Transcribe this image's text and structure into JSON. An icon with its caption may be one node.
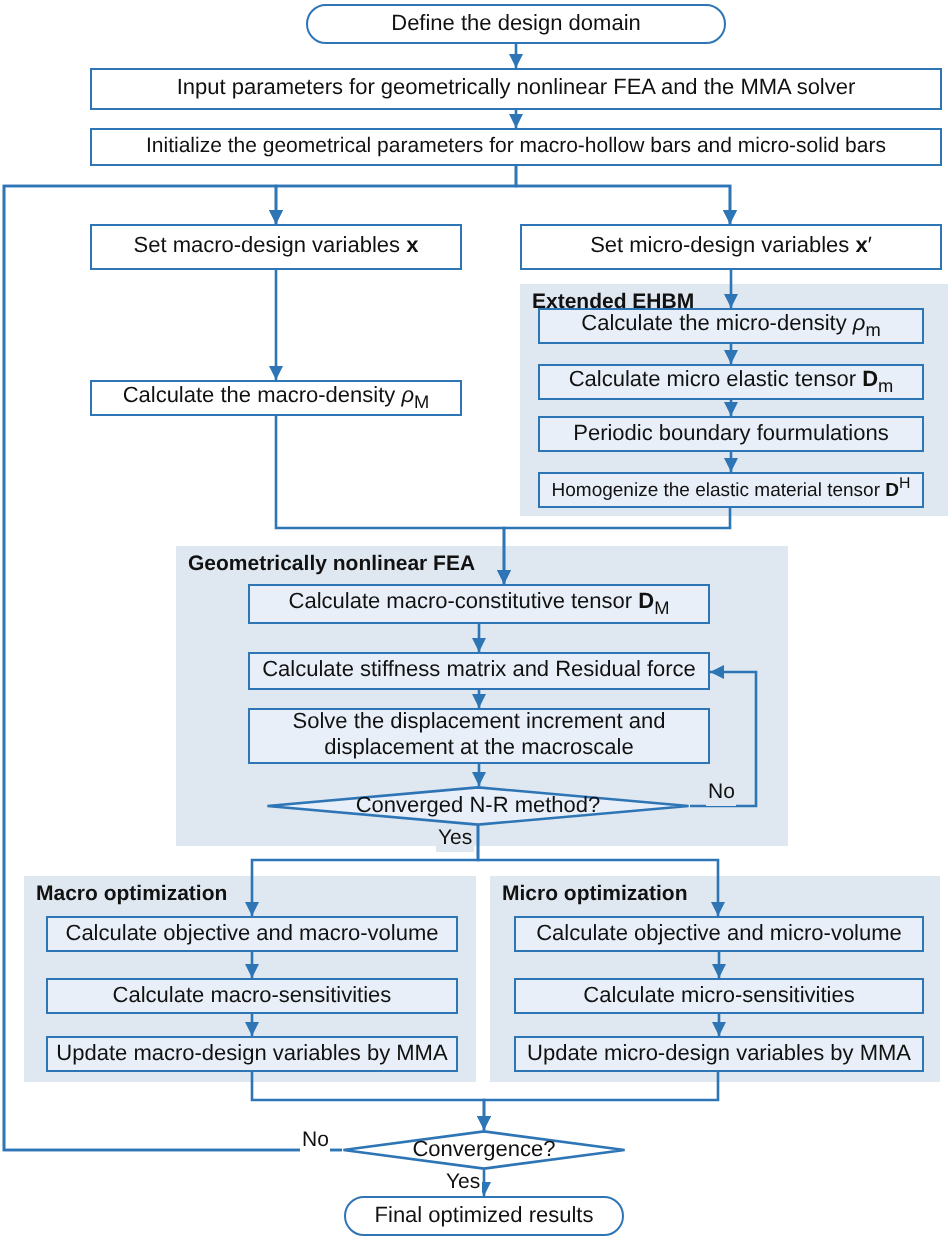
{
  "diagram": {
    "nodes": [
      {
        "text": [
          "Define the design domain"
        ]
      },
      {
        "text": [
          "Input parameters for geometrically nonlinear FEA and the MMA solver"
        ]
      },
      {
        "text": [
          "Initialize the geometrical parameters for macro-hollow bars and micro-solid bars"
        ]
      },
      {
        "text": [
          "Set macro-design variables **x**"
        ]
      },
      {
        "text": [
          "Set micro-design variables **x**′"
        ]
      },
      {
        "text": [
          "Extended EHBM"
        ]
      },
      {
        "text": [
          "Calculate the micro-density *ρ*$_{m}$"
        ],
        "in": 5
      },
      {
        "text": [
          "Calculate micro elastic tensor **D**$_{m}$"
        ],
        "in": 5
      },
      {
        "text": [
          "Periodic boundary fourmulations"
        ],
        "in": 5
      },
      {
        "text": [
          "Homogenize the elastic material tensor **D**$^{H}$"
        ],
        "in": 5
      },
      {
        "text": [
          "Calculate the macro-density *ρ*$_{M}$"
        ]
      },
      {
        "text": [
          "Geometrically nonlinear FEA"
        ]
      },
      {
        "text": [
          "Calculate macro-constitutive tensor **D**$_{M}$"
        ],
        "in": 11
      },
      {
        "text": [
          "Calculate stiffness matrix and Residual force"
        ],
        "in": 11
      },
      {
        "text": [
          "Solve the displacement increment and displacement at the macroscale"
        ],
        "in": 11
      },
      {
        "text": [
          "Converged N-R method?"
        ],
        "in": 11
      },
      {
        "text": [
          "Macro optimization"
        ]
      },
      {
        "text": [
          "Calculate objective and macro-volume"
        ],
        "in": 16
      },
      {
        "text": [
          "Calculate macro-sensitivities"
        ],
        "in": 16
      },
      {
        "text": [
          "Update macro-design variables by MMA"
        ],
        "in": 16
      },
      {
        "text": [
          "Micro optimization"
        ]
      },
      {
        "text": [
          "Calculate objective and micro-volume"
        ],
        "in": 20
      },
      {
        "text": [
          "Calculate micro-sensitivities"
        ],
        "in": 20
      },
      {
        "text": [
          "Update micro-design variables by MMA"
        ],
        "in": 20
      },
      {
        "text": [
          "Convergence?"
        ]
      },
      {
        "text": [
          "Final optimized results"
        ]
      }
    ],
    "edges": [
      {
        "from": 0,
        "to": 1,
        "arrow": "to"
      },
      {
        "from": 1,
        "to": 2,
        "arrow": "to"
      },
      {
        "from": 2,
        "to": 3,
        "arrow": "to"
      },
      {
        "from": 2,
        "to": 4,
        "arrow": "to"
      },
      {
        "from": 3,
        "to": 10,
        "arrow": "to"
      },
      {
        "from": 4,
        "to": 6,
        "arrow": "to"
      },
      {
        "from": 6,
        "to": 7,
        "arrow": "to"
      },
      {
        "from": 7,
        "to": 8,
        "arrow": "to"
      },
      {
        "from": 8,
        "to": 9,
        "arrow": "to"
      },
      {
        "from": 10,
        "to": 12,
        "arrow": "to"
      },
      {
        "from": 9,
        "to": 12,
        "arrow": "to"
      },
      {
        "from": 12,
        "to": 13,
        "arrow": "to"
      },
      {
        "from": 13,
        "to": 14,
        "arrow": "to"
      },
      {
        "from": 14,
        "to": 15,
        "arrow": "to"
      },
      {
        "from": 15,
        "to": 13,
        "arrow": "to",
        "label": "No"
      },
      {
        "from": 15,
        "to": 17,
        "arrow": "to",
        "label": "Yes"
      },
      {
        "from": 15,
        "to": 21,
        "arrow": "to"
      },
      {
        "from": 17,
        "to": 18,
        "arrow": "to"
      },
      {
        "from": 18,
        "to": 19,
        "arrow": "to"
      },
      {
        "from": 21,
        "to": 22,
        "arrow": "to"
      },
      {
        "from": 22,
        "to": 23,
        "arrow": "to"
      },
      {
        "from": 19,
        "to": 24,
        "arrow": "to"
      },
      {
        "from": 23,
        "to": 24,
        "arrow": "to"
      },
      {
        "from": 24,
        "to": 25,
        "arrow": "to",
        "label": "Yes"
      },
      {
        "from": 24,
        "to": 3,
        "arrow": "to",
        "label": "No"
      },
      {
        "from": 24,
        "to": 4,
        "arrow": "to"
      }
    ]
  }
}
